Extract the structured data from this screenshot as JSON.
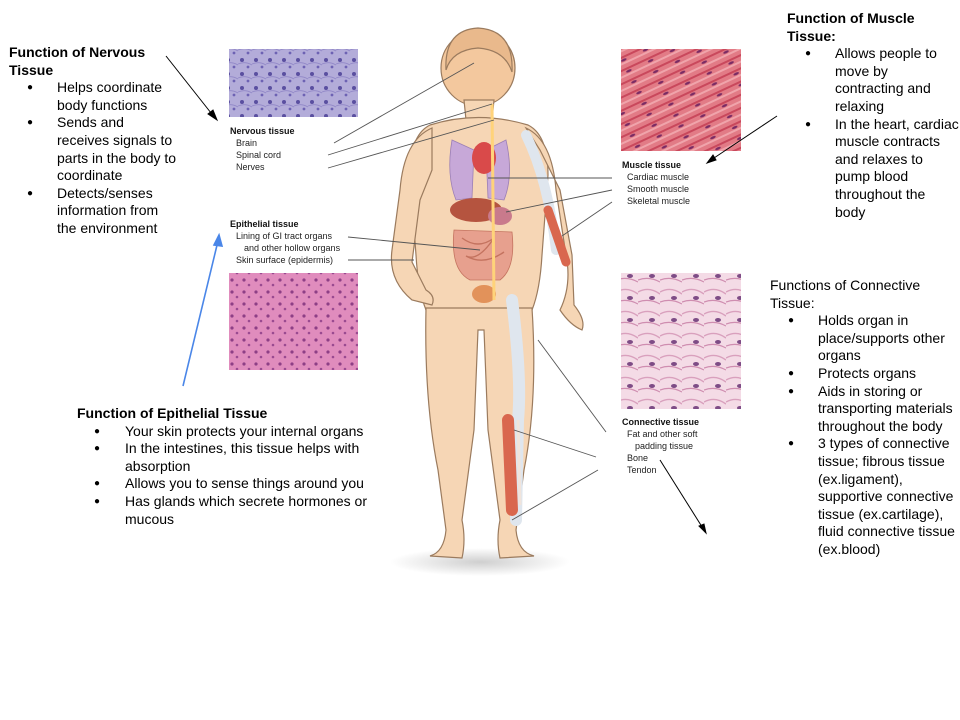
{
  "nervous_function": {
    "title": "Function of Nervous Tissue",
    "items": [
      "Helps coordinate body functions",
      "Sends and receives signals to parts in the body to coordinate",
      "Detects/senses information from the environment"
    ]
  },
  "muscle_function": {
    "title": "Function of Muscle Tissue:",
    "items": [
      "Allows people to move by contracting and relaxing",
      "In the heart, cardiac muscle contracts and relaxes to pump blood throughout the body"
    ]
  },
  "connective_function": {
    "title": "Functions of Connective Tissue:",
    "items": [
      "Holds organ in place/supports other organs",
      "Protects organs",
      "Aids in storing or transporting materials throughout the body",
      "3 types of connective tissue; fibrous tissue (ex.ligament), supportive connective tissue (ex.cartilage), fluid connective tissue (ex.blood)"
    ]
  },
  "epithelial_function": {
    "title": "Function of Epithelial Tissue",
    "items": [
      "Your skin protects your internal organs",
      "In the intestines, this tissue helps with absorption",
      "Allows you to sense things around you",
      "Has glands which secrete hormones or mucous"
    ]
  },
  "figure": {
    "nervous": {
      "title": "Nervous tissue",
      "labels": [
        "Brain",
        "Spinal cord",
        "Nerves"
      ]
    },
    "epithelial": {
      "title": "Epithelial tissue",
      "labels": [
        "Lining of GI tract organs",
        "and other hollow organs",
        "Skin surface (epidermis)"
      ]
    },
    "muscle": {
      "title": "Muscle tissue",
      "labels": [
        "Cardiac muscle",
        "Smooth muscle",
        "Skeletal muscle"
      ]
    },
    "connective": {
      "title": "Connective tissue",
      "labels": [
        "Fat and other soft",
        "padding tissue",
        "Bone",
        "Tendon"
      ]
    }
  },
  "colors": {
    "skin": "#f6d6b5",
    "skin_outline": "#9b7b5e",
    "nervous_micro": "#8a7fc4",
    "muscle_micro": "#d95a6e",
    "epithelial_micro": "#c95f9a",
    "connective_micro": "#e9c6d8",
    "epithelial_arrow": "#4a86e8"
  }
}
